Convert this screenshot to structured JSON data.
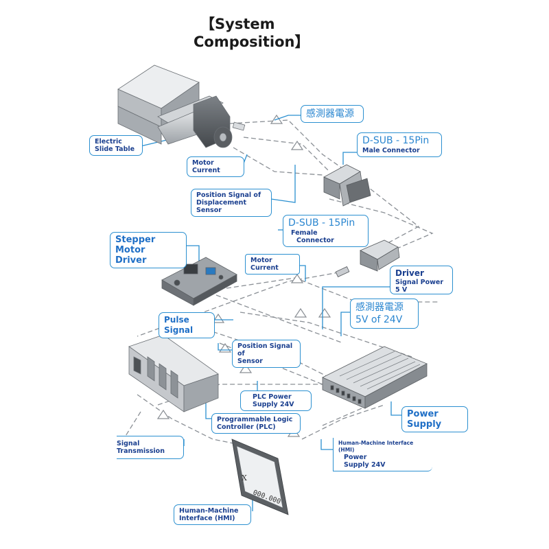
{
  "title": {
    "line1": "【System",
    "line2": "Composition】"
  },
  "labels": {
    "electric_slide_table": {
      "line1": "Electric",
      "line2": "Slide Table"
    },
    "motor_current_top": {
      "line1": "Motor",
      "line2": "Current"
    },
    "position_signal_displacement": {
      "line1": "Position Signal of",
      "line2": "Displacement",
      "line3": "Sensor"
    },
    "sensor_power_top": "感測器電源",
    "dsub_male": {
      "head": "D-SUB - 15Pin",
      "sub": "Male Connector"
    },
    "dsub_female": {
      "head": "D-SUB - 15Pin",
      "sub1": "Female",
      "sub2": "Connector"
    },
    "stepper_motor_driver": {
      "line1": "Stepper Motor",
      "line2": "Driver"
    },
    "motor_current_mid": "Motor Current",
    "driver_signal_power": {
      "head": "Driver",
      "sub": "Signal Power 5 V"
    },
    "sensor_power_mid": {
      "line1": "感測器電源",
      "line2": "5V of 24V"
    },
    "pulse_signal": "Pulse Signal",
    "position_signal_sensor": {
      "line1": "Position Signal of",
      "line2": "Sensor"
    },
    "plc_power_supply": {
      "line1": "PLC Power",
      "line2": "Supply 24V"
    },
    "power_supply": "Power Supply",
    "plc": {
      "line1": "Programmable Logic",
      "line2": "Controller (PLC)"
    },
    "signal_transmission": "Signal Transmission",
    "hmi_power": {
      "head": "Human-Machine Interface (HMI)",
      "sub1": "Power",
      "sub2": "Supply 24V"
    },
    "hmi_bottom": {
      "line1": "Human-Machine",
      "line2": "Interface (HMI)"
    }
  },
  "hmi_screen": {
    "axis": "X",
    "reading": "000.000"
  },
  "colors": {
    "label_border": "#2a8fd0",
    "label_text": "#1a3f8f",
    "heading_text": "#1f6fc6",
    "line": "#8a8f95",
    "device": "#c9ccd0"
  }
}
